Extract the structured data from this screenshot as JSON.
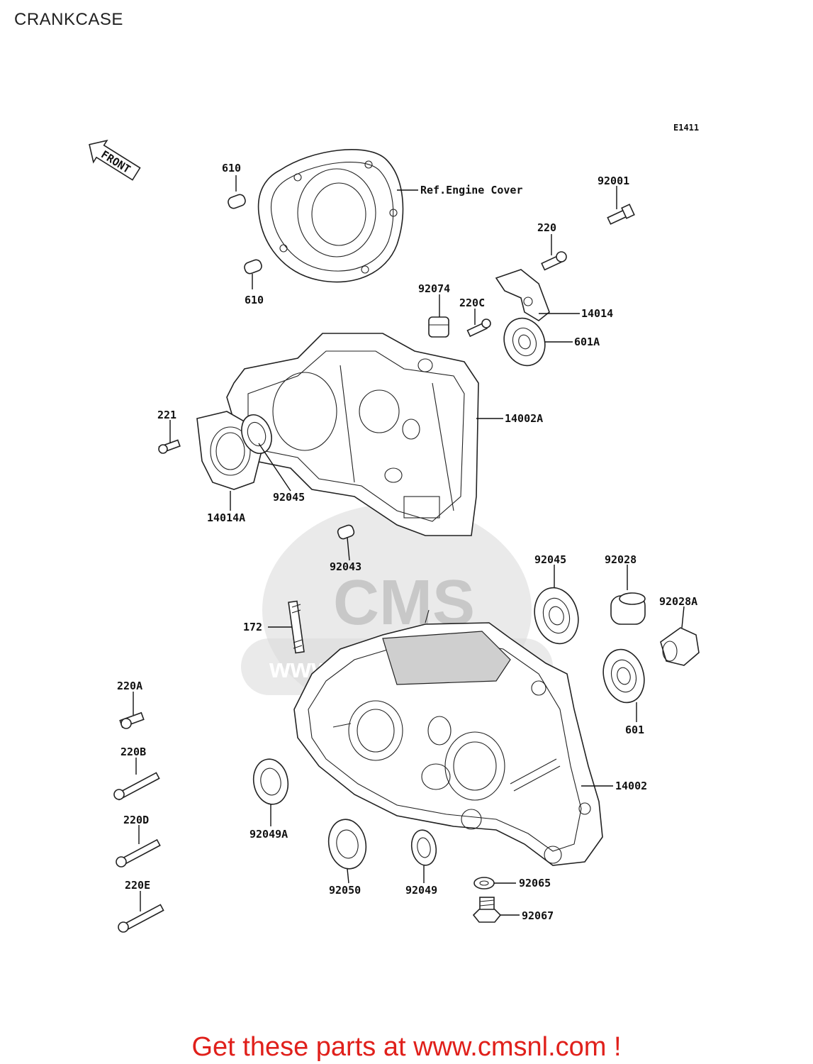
{
  "title": "CRANKCASE",
  "diagram_code": "E1411",
  "front_label": "FRONT",
  "watermark": {
    "brand": "CMS",
    "url": "www.cmsnl.com"
  },
  "labels": {
    "l610a": "610",
    "l610b": "610",
    "ref": "Ref.Engine Cover",
    "l92001": "92001",
    "l220": "220",
    "l92074": "92074",
    "l220c": "220C",
    "l14014": "14014",
    "l601a": "601A",
    "l14002a": "14002A",
    "l221": "221",
    "l92045a": "92045",
    "l14014a": "14014A",
    "l92043": "92043",
    "l92045b": "92045",
    "l92028": "92028",
    "l92028a": "92028A",
    "l172": "172",
    "l601": "601",
    "l220a": "220A",
    "l220b": "220B",
    "l14002": "14002",
    "l92049a": "92049A",
    "l220d": "220D",
    "l92050": "92050",
    "l92049": "92049",
    "l92065": "92065",
    "l220e": "220E",
    "l92067": "92067"
  },
  "cta": "Get these parts at www.cmsnl.com !"
}
